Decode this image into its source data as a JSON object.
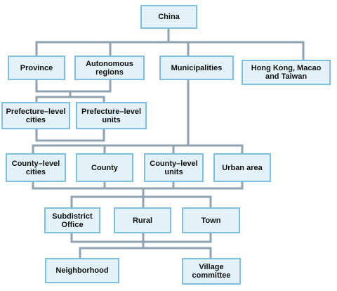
{
  "colors": {
    "node_fill": "#e3f1f9",
    "node_border": "#7fbfe0",
    "connector": "#8fa2b0"
  },
  "nodes": {
    "china": "China",
    "province": "Province",
    "autonomous_regions": "Autonomous regions",
    "municipalities": "Municipalities",
    "hk_macao_taiwan": "Hong Kong, Macao and Taiwan",
    "prefecture_level_cities": "Prefecture–level cities",
    "prefecture_level_units": "Prefecture–level units",
    "county_level_cities": "County–level cities",
    "county": "County",
    "county_level_units": "County–level units",
    "urban_area": "Urban area",
    "subdistrict_office": "Subdistrict Office",
    "rural": "Rural",
    "town": "Town",
    "neighborhood": "Neighborhood",
    "village_committee": "Village committee"
  }
}
